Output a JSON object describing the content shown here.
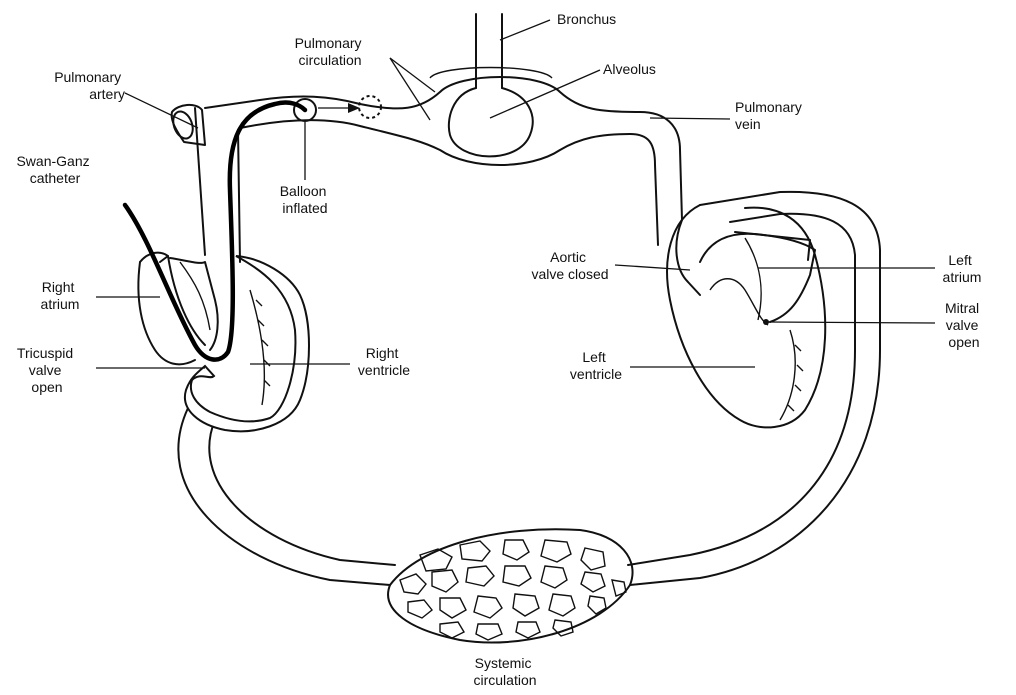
{
  "diagram": {
    "labels": {
      "bronchus": "Bronchus",
      "pulmonary_circulation": [
        "Pulmonary",
        "circulation"
      ],
      "alveolus": "Alveolus",
      "pulmonary_artery": [
        "Pulmonary",
        "artery"
      ],
      "pulmonary_vein": [
        "Pulmonary",
        "vein"
      ],
      "swan_ganz_catheter": [
        "Swan-Ganz",
        "catheter"
      ],
      "balloon_inflated": [
        "Balloon",
        "inflated"
      ],
      "right_atrium": [
        "Right",
        "atrium"
      ],
      "tricuspid_valve_open": [
        "Tricuspid",
        "valve",
        "open"
      ],
      "right_ventricle": [
        "Right",
        "ventricle"
      ],
      "aortic_valve_closed": [
        "Aortic",
        "valve closed"
      ],
      "left_atrium": [
        "Left",
        "atrium"
      ],
      "mitral_valve_open": [
        "Mitral",
        "valve",
        "open"
      ],
      "left_ventricle": [
        "Left",
        "ventricle"
      ],
      "systemic_circulation": [
        "Systemic",
        "circulation"
      ]
    },
    "colors": {
      "line": "#111111",
      "catheter": "#000000",
      "background": "#ffffff"
    }
  }
}
